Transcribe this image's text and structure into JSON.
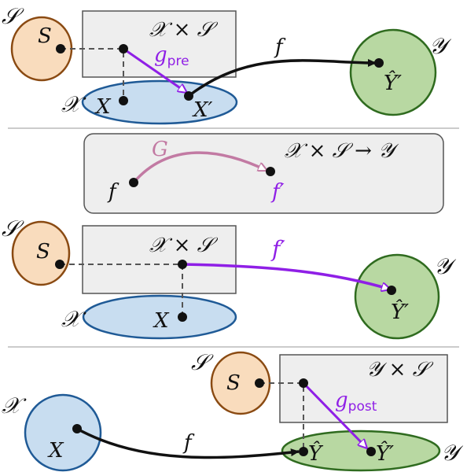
{
  "colors": {
    "s_fill": "#f9dcbd",
    "s_stroke": "#8a4a12",
    "x_fill": "#c8ddf0",
    "x_stroke": "#1f5a96",
    "y_fill": "#b8d8a2",
    "y_stroke": "#2f6b1f",
    "box_fill": "#eeeeee",
    "box_stroke": "#555555",
    "purple": "#8f1fe6",
    "mauve": "#c27aa3",
    "black": "#111111",
    "divider": "#bbbbbb"
  },
  "panel1": {
    "set_s": "𝒮",
    "set_x": "𝒳",
    "set_y": "𝒴",
    "product": "𝒳 × 𝒮",
    "pt_s": "S",
    "pt_x": "X",
    "pt_x_prime": "X′",
    "pt_y_hat_prime": "Ŷ′",
    "map_f": "f",
    "map_g": "g",
    "map_g_sub": "pre"
  },
  "panel2": {
    "space": "𝒳 × 𝒮 → 𝒴",
    "pt_f": "f",
    "pt_f_prime": "f′",
    "map_G": "G"
  },
  "panel3": {
    "set_s": "𝒮",
    "set_x": "𝒳",
    "set_y": "𝒴",
    "product": "𝒳 × 𝒮",
    "pt_s": "S",
    "pt_x": "X",
    "pt_y_hat_prime": "Ŷ′",
    "map_f_prime": "f′"
  },
  "panel4": {
    "set_s": "𝒮",
    "set_x": "𝒳",
    "set_y": "𝒴",
    "product": "𝒴 × 𝒮",
    "pt_s": "S",
    "pt_x": "X",
    "pt_y_hat": "Ŷ",
    "pt_y_hat_prime": "Ŷ′",
    "map_f": "f",
    "map_g": "g",
    "map_g_sub": "post"
  }
}
